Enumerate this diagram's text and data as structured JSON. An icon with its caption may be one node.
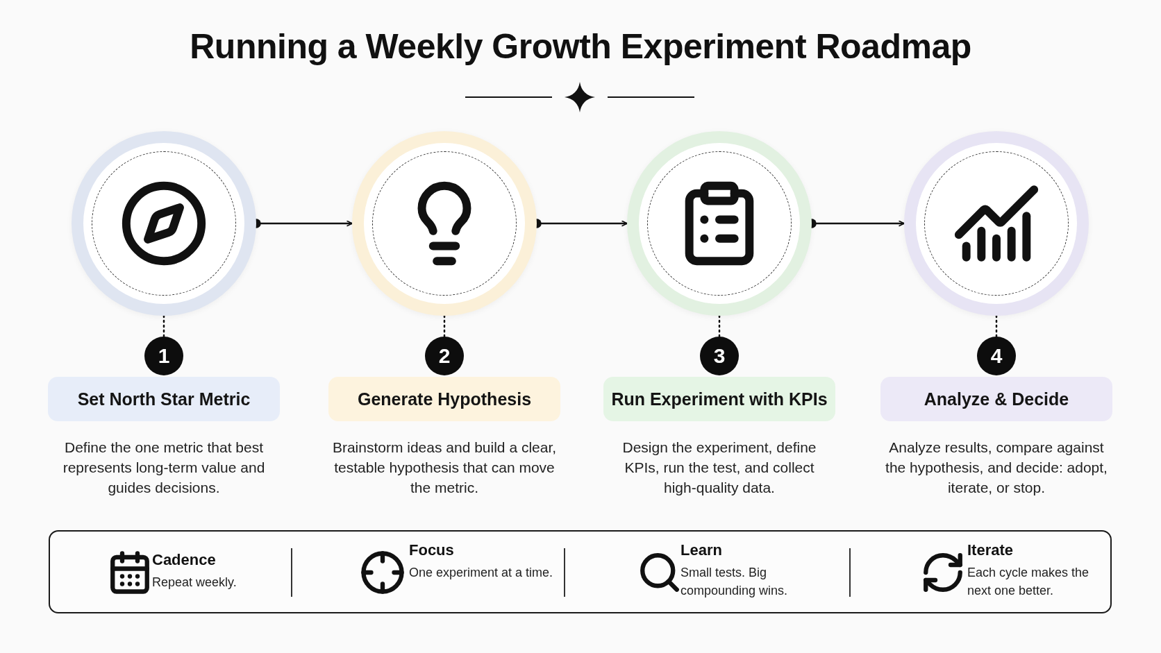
{
  "diagram": {
    "title": "Running a Weekly Growth Experiment Roadmap",
    "nodes": [
      {
        "text": [],
        "shape": "circle"
      },
      {
        "text": [],
        "shape": "circle"
      },
      {
        "text": [],
        "shape": "circle"
      },
      {
        "text": [],
        "shape": "circle"
      },
      {
        "text": [
          "1"
        ]
      },
      {
        "text": [
          "2"
        ]
      },
      {
        "text": [
          "3"
        ]
      },
      {
        "text": [
          "4"
        ]
      },
      {
        "text": [
          "Set North Star Metric"
        ],
        "beside": [
          "Define the one metric that best represents long-term value and guides decisions."
        ]
      },
      {
        "text": [
          "Generate Hypothesis"
        ],
        "beside": [
          "Brainstorm ideas and build a clear, testable hypothesis that can move the metric."
        ]
      },
      {
        "text": [
          "Run Experiment with KPIs"
        ],
        "beside": [
          "Design the experiment, define KPIs, run the test, and collect high-quality data."
        ]
      },
      {
        "text": [
          "Analyze & Decide"
        ],
        "beside": [
          "Analyze results, compare against the hypothesis, and decide: adopt, iterate, or stop."
        ]
      },
      {
        "text": [
          "Cadence",
          "Repeat weekly.",
          "Focus",
          "One experiment at a time.",
          "Learn",
          "Small tests. Big compounding wins.",
          "Iterate",
          "Each cycle makes the next one better."
        ]
      }
    ],
    "edges": [
      {
        "from": 0,
        "to": 1,
        "arrow": "to"
      },
      {
        "from": 1,
        "to": 2,
        "arrow": "to"
      },
      {
        "from": 2,
        "to": 3,
        "arrow": "to"
      },
      {
        "from": 0,
        "to": 4,
        "arrow": "none",
        "style": "dashed"
      },
      {
        "from": 1,
        "to": 5,
        "arrow": "none",
        "style": "dashed"
      },
      {
        "from": 2,
        "to": 6,
        "arrow": "none",
        "style": "dashed"
      },
      {
        "from": 3,
        "to": 7,
        "arrow": "none",
        "style": "dashed"
      }
    ]
  }
}
